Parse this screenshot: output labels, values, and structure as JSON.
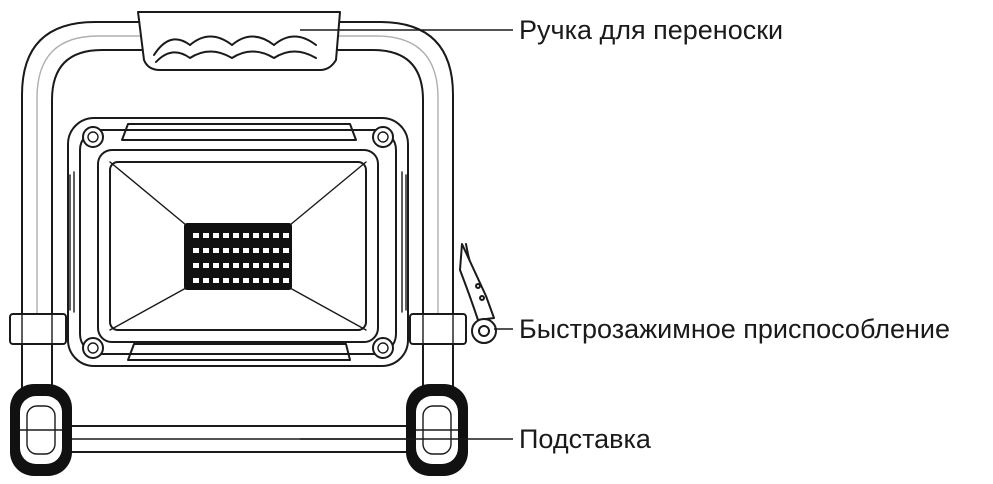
{
  "labels": {
    "handle": "Ручка для переноски",
    "quick_clamp": "Быстрозажимное приспособление",
    "stand": "Подставка"
  },
  "colors": {
    "line": "#1a1a1a",
    "background": "#ffffff"
  }
}
